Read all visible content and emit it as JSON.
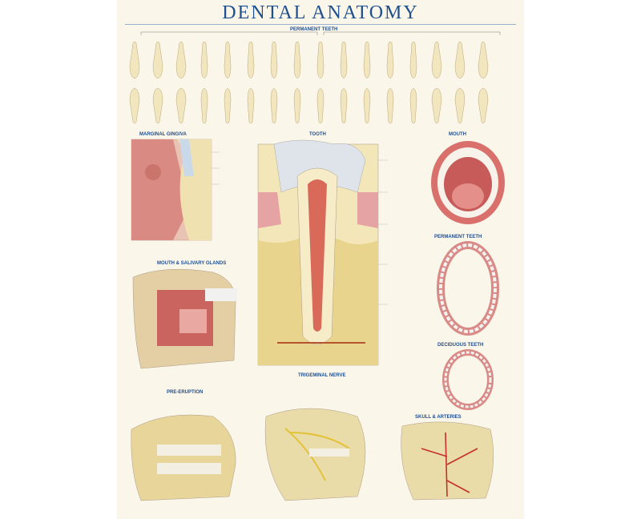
{
  "title": "DENTAL ANATOMY",
  "sections": {
    "permanent_teeth_top": "PERMANENT TEETH",
    "marginal_gingiva": "MARGINAL GINGIVA",
    "tooth": "TOOTH",
    "mouth": "MOUTH",
    "mouth_salivary": "MOUTH & SALIVARY GLANDS",
    "permanent_teeth": "PERMANENT TEETH",
    "deciduous_teeth": "DECIDUOUS TEETH",
    "pre_eruption": "PRE-ERUPTION",
    "trigeminal_nerve": "TRIGEMINAL NERVE",
    "skull_arteries": "SKULL & ARTERIES"
  },
  "colors": {
    "title": "#1f4f8f",
    "background": "#fbf6ea",
    "enamel": "#eef0f2",
    "dentin": "#f1e2a8",
    "pulp": "#d96a5a",
    "gum": "#e6a3a3",
    "bone": "#e8d59a"
  }
}
